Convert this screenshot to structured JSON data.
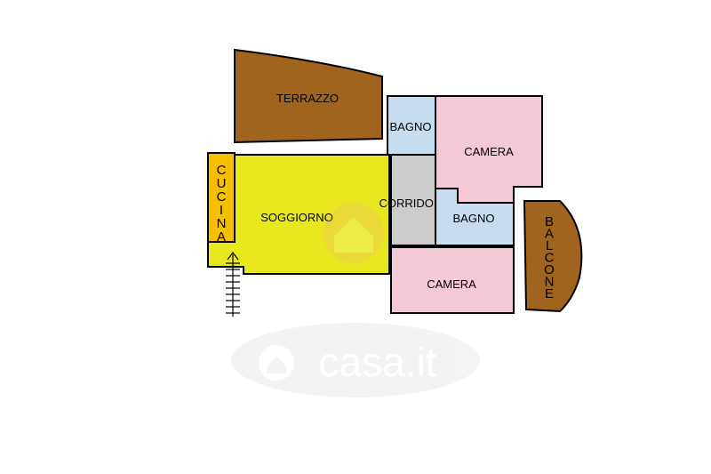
{
  "plan": {
    "rooms": {
      "terrazzo": "TERRAZZO",
      "bagno_top": "BAGNO",
      "camera_top": "CAMERA",
      "cucina": "CUCINA",
      "soggiorno": "SOGGIORNO",
      "corridoio": "CORRIDOIO",
      "bagno_mid": "BAGNO",
      "balcone": "BALCONE",
      "camera_bottom": "CAMERA"
    },
    "colors": {
      "terrace": "#a0641e",
      "living": "#e8e820",
      "kitchen": "#f5c000",
      "bathroom": "#c8dcf0",
      "bedroom": "#f4c8d4",
      "corridor": "#cccccc"
    }
  },
  "watermark": {
    "text": "casa.it"
  }
}
